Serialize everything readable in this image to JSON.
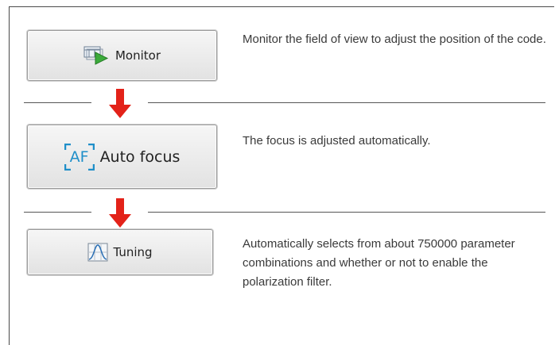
{
  "steps": [
    {
      "button_label": "Monitor",
      "icon": "monitor-play-icon",
      "description": "Monitor the field of view to adjust the position of the code."
    },
    {
      "button_label": "Auto focus",
      "icon": "af-bracket-icon",
      "description": "The focus is adjusted automatically."
    },
    {
      "button_label": "Tuning",
      "icon": "tuning-curve-icon",
      "description": "Automatically selects from about 750000 parameter combinations and whether or not to enable the polarization filter."
    }
  ],
  "af_icon_text": "AF",
  "colors": {
    "arrow": "#e32219",
    "af_icon": "#1f8fc9",
    "monitor_play": "#3cab3c"
  }
}
